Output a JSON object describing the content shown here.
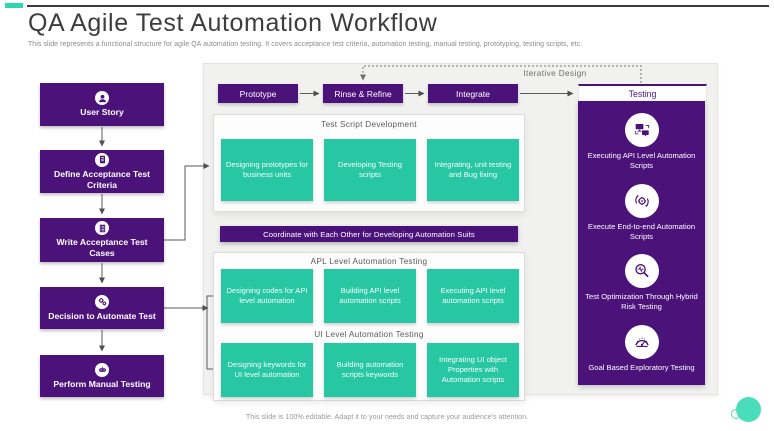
{
  "slide": {
    "title": "QA Agile Test Automation Workflow",
    "subtitle": "This slide represents a functional structure for agile QA automation testing. It covers acceptance test criteria, automation testing, manual testing, prototyping, testing scripts, etc.",
    "footer": "This slide is 100% editable. Adapt it to your needs and capture your audience's attention."
  },
  "left_steps": [
    {
      "label": "User Story",
      "icon": "user-icon"
    },
    {
      "label": "Define Acceptance Test Criteria",
      "icon": "document-icon"
    },
    {
      "label": "Write Acceptance Test Cases",
      "icon": "checklist-icon"
    },
    {
      "label": "Decision to Automate Test",
      "icon": "gears-icon"
    },
    {
      "label": "Perform Manual Testing",
      "icon": "manual-testing-icon"
    }
  ],
  "flow": {
    "steps": [
      "Prototype",
      "Rinse & Refine",
      "Integrate"
    ],
    "iterative_label": "Iterative Design",
    "testing_header": "Testing"
  },
  "test_script_development": {
    "title": "Test Script Development",
    "items": [
      "Designing prototypes for business units",
      "Developing Testing scripts",
      "Integrating, unit testing and Bug fixing"
    ]
  },
  "coordinate_bar": "Coordinate with Each Other for Developing Automation Suits",
  "api_testing": {
    "title": "APL Level Automation Testing",
    "items": [
      "Designing codes for API level automation",
      "Building API level automation scripts",
      "Executing API level automation scripts"
    ]
  },
  "ui_testing": {
    "title": "UI Level Automation Testing",
    "items": [
      "Designing keywords for UI level automation",
      "Building automation scripts keywords",
      "Integrating UI object Properties with Automation scripts"
    ]
  },
  "testing_panel": [
    {
      "label": "Executing API Level Automation Scripts",
      "icon": "monitors-icon"
    },
    {
      "label": "Execute End-to-end Automation Scripts",
      "icon": "gear-sync-icon"
    },
    {
      "label": "Test Optimization Through Hybrid Risk Testing",
      "icon": "search-pulse-icon"
    },
    {
      "label": "Goal Based Exploratory Testing",
      "icon": "gauge-icon"
    }
  ],
  "colors": {
    "purple": "#4b137a",
    "teal": "#27c7a4",
    "accent_teal": "#2fd6b0",
    "panel_gray": "#f1f1f0"
  }
}
